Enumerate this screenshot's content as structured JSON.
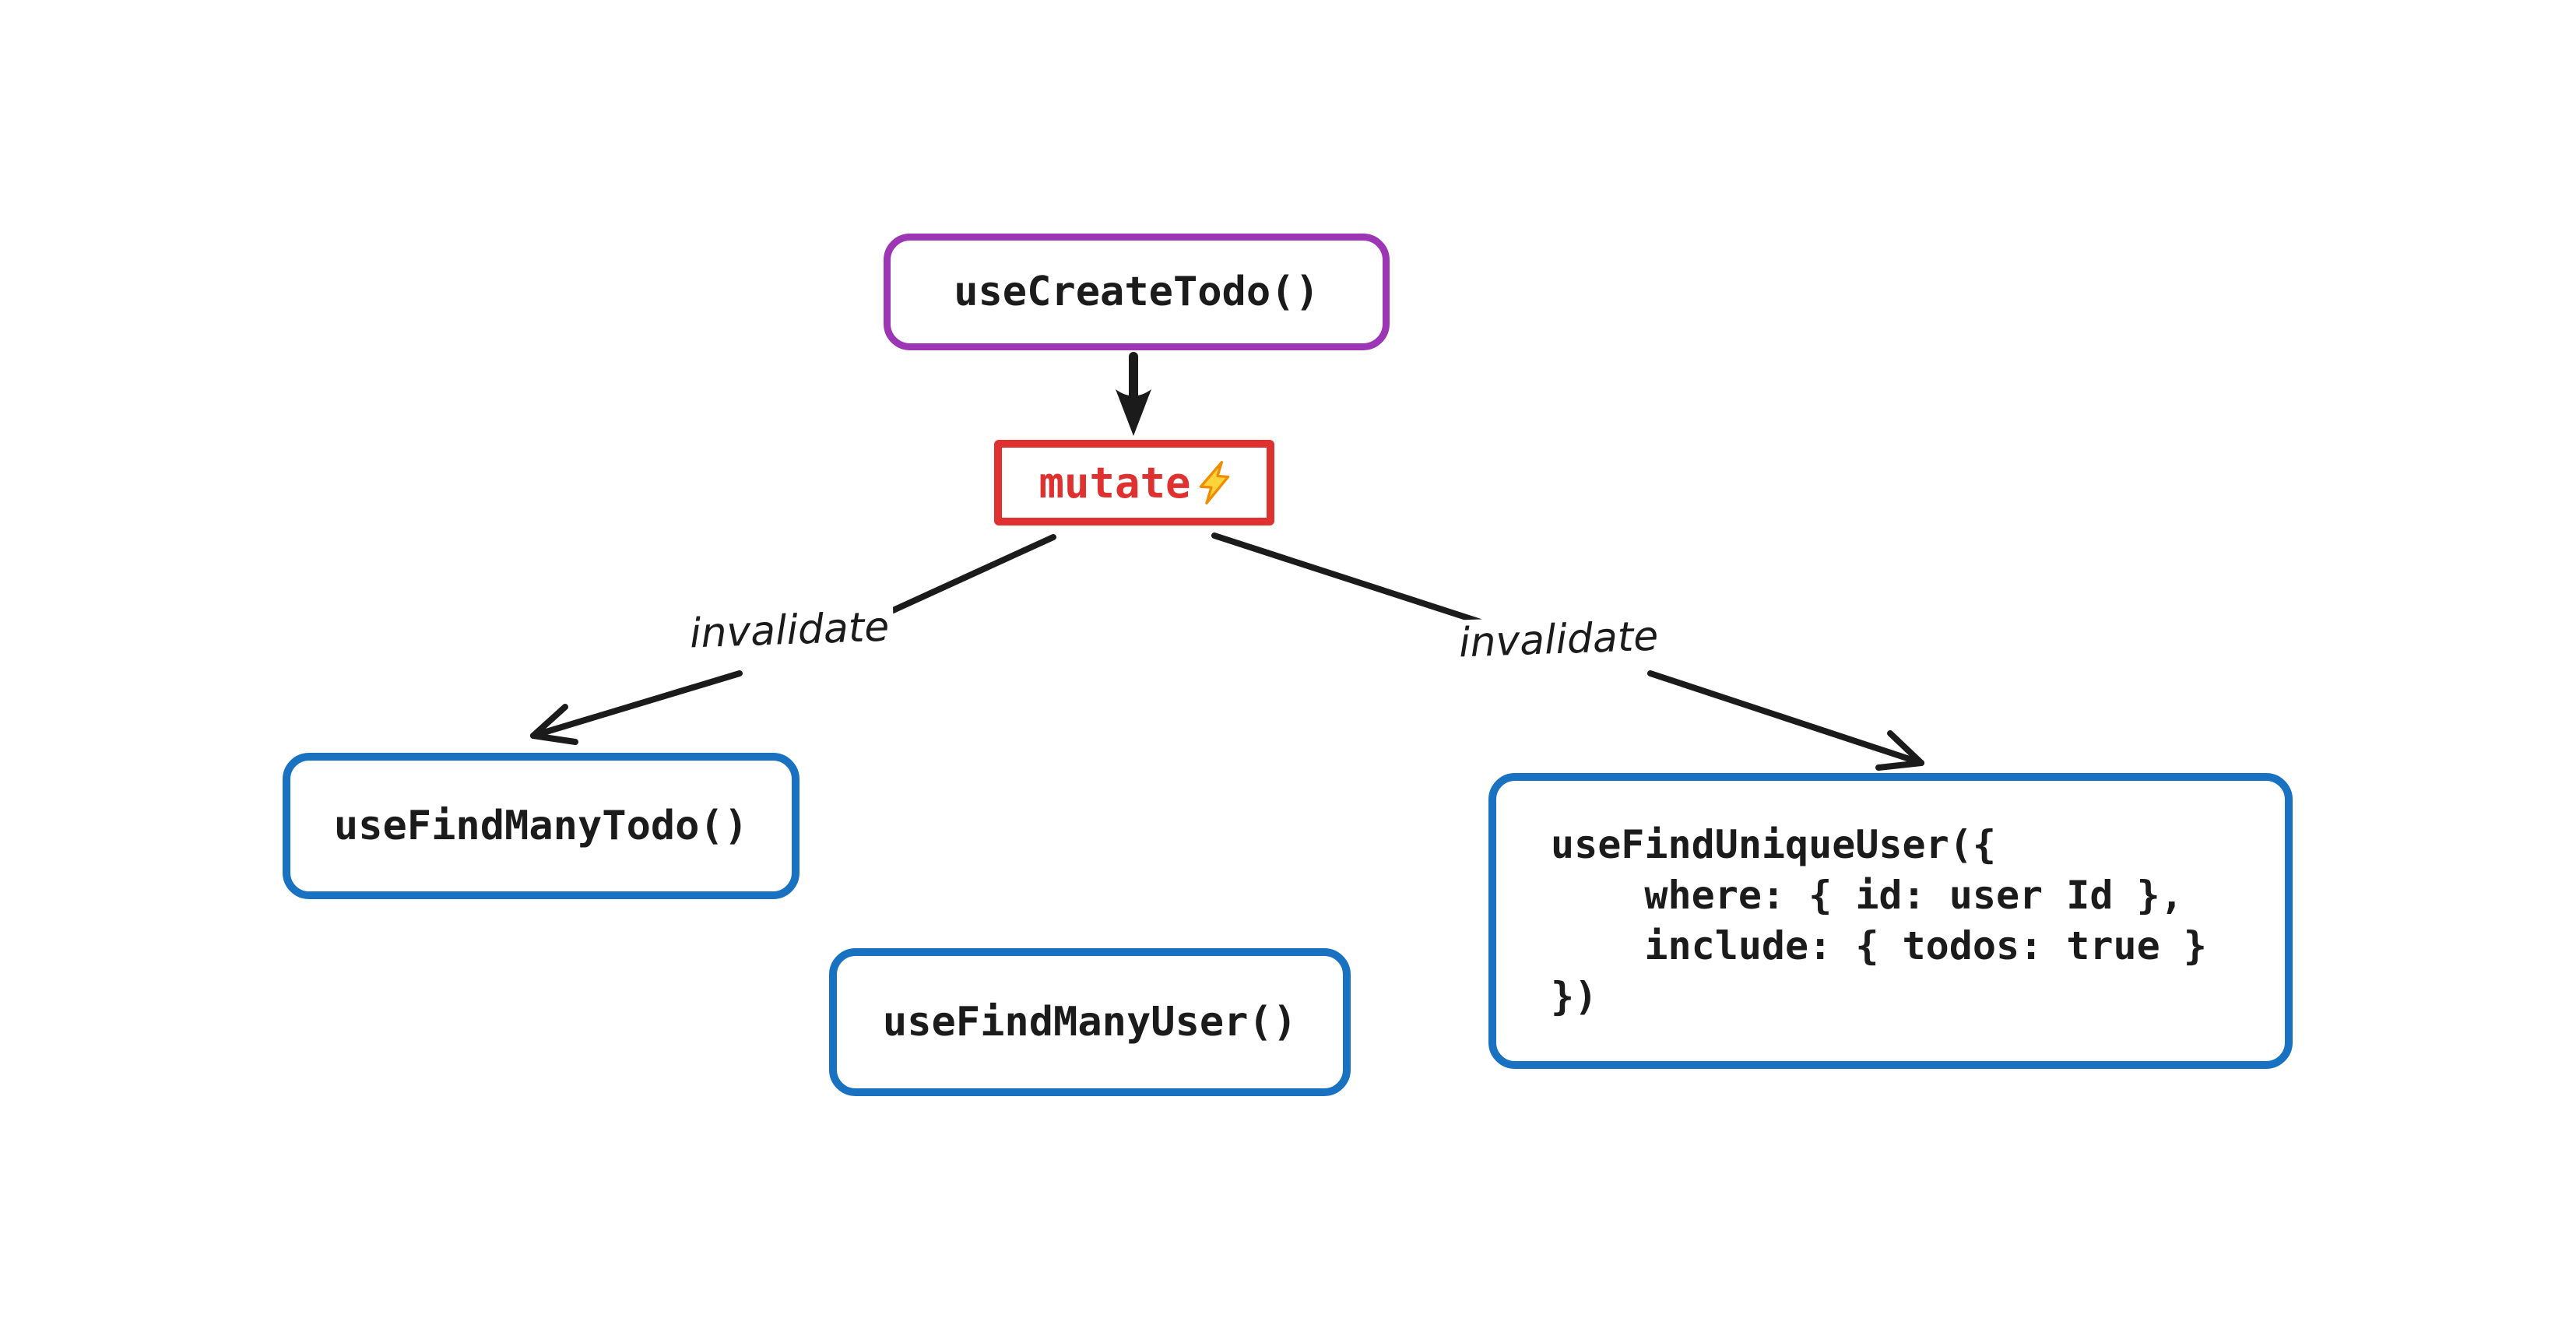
{
  "diagram": {
    "colors": {
      "bg": "#ffffff",
      "purple": "#9c36b5",
      "red": "#e03131",
      "blue": "#1971c2",
      "ink": "#1b1b1b",
      "bolt_fill": "#ffd43b",
      "bolt_stroke": "#f08c00"
    },
    "nodes": {
      "create_todo": {
        "label": "useCreateTodo()"
      },
      "mutate": {
        "label": "mutate",
        "icon": "lightning-bolt"
      },
      "find_many_todo": {
        "label": "useFindManyTodo()"
      },
      "find_many_user": {
        "label": "useFindManyUser()"
      },
      "find_unique_user": {
        "code": "useFindUniqueUser({\n    where: { id: user Id },\n    include: { todos: true }\n})"
      }
    },
    "edges": {
      "create_to_mutate": {
        "label": ""
      },
      "left": {
        "label": "invalidate"
      },
      "right": {
        "label": "invalidate"
      }
    }
  }
}
